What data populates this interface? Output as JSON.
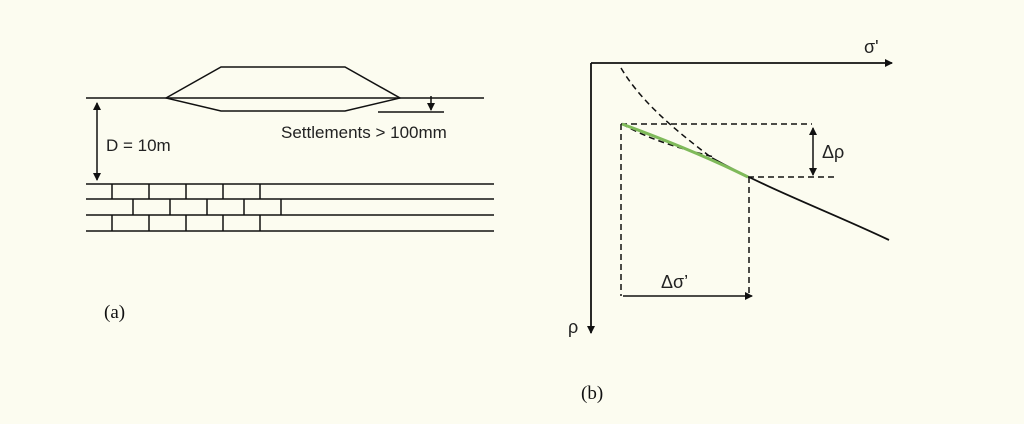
{
  "panel_a": {
    "depth_label": "D = 10m",
    "settlement_label": "Settlements > 100mm",
    "caption": "(a)"
  },
  "panel_b": {
    "x_axis_label": "σ'",
    "y_axis_label": "ρ",
    "delta_rho_label": "Δρ",
    "delta_sigma_label": "Δσ’",
    "caption": "(b)",
    "highlight_color": "#7fba5a"
  }
}
